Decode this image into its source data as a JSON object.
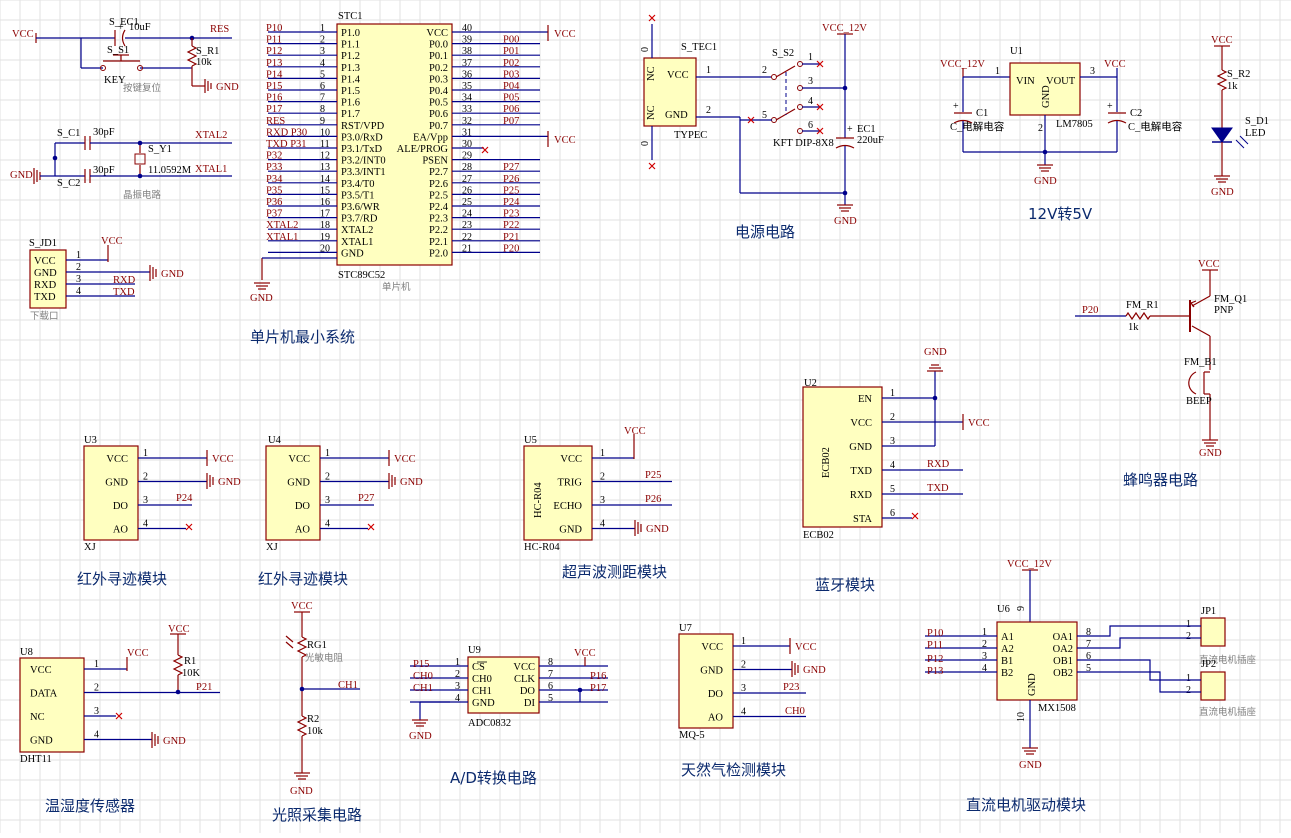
{
  "colors": {
    "wire": "#00008b",
    "power": "#8b0000",
    "chip_fill": "#ffffc0",
    "nc_mark": "#d00000",
    "title": "#0b2a6e"
  },
  "titles": {
    "mcu": "单片机最小系统",
    "power": "电源电路",
    "reg": "12V转5V",
    "buzzer": "蜂鸣器电路",
    "ir1": "红外寻迹模块",
    "ir2": "红外寻迹模块",
    "ultra": "超声波测距模块",
    "bt": "蓝牙模块",
    "dht": "温湿度传感器",
    "light": "光照采集电路",
    "ad": "A/D转换电路",
    "gas": "天然气检测模块",
    "motor": "直流电机驱动模块"
  },
  "nets": {
    "vcc": "VCC",
    "gnd": "GND",
    "res": "RES",
    "xtal1": "XTAL1",
    "xtal2": "XTAL2",
    "rxd": "RXD",
    "txd": "TXD",
    "vcc12": "VCC_12V",
    "p20": "P20",
    "p21": "P21",
    "p23": "P23",
    "p24": "P24",
    "p25": "P25",
    "p26": "P26",
    "p27": "P27",
    "p15": "P15",
    "p16": "P16",
    "p17": "P17",
    "ch0": "CH0",
    "ch1": "CH1",
    "p10": "P10",
    "p11": "P11",
    "p12": "P12",
    "p13": "P13"
  },
  "reset": {
    "ec1_ref": "S_EC1",
    "ec1_val": "10uF",
    "s1_ref": "S_S1",
    "s1_val": "KEY",
    "r1_ref": "S_R1",
    "r1_val": "10k",
    "note": "按键复位"
  },
  "crystal": {
    "c1_ref": "S_C1",
    "c1_val": "30pF",
    "c2_ref": "S_C2",
    "c2_val": "30pF",
    "y1_ref": "S_Y1",
    "y1_val": "11.0592M",
    "note": "晶振电路"
  },
  "download": {
    "ref": "S_JD1",
    "note": "下载口",
    "pins": [
      {
        "n": "1",
        "name": "VCC"
      },
      {
        "n": "2",
        "name": "GND"
      },
      {
        "n": "3",
        "name": "RXD"
      },
      {
        "n": "4",
        "name": "TXD"
      }
    ]
  },
  "mcu": {
    "ref": "STC1",
    "part": "STC89C52",
    "note": "单片机",
    "left_pins": [
      {
        "n": "1",
        "name": "P1.0",
        "net": "P10"
      },
      {
        "n": "2",
        "name": "P1.1",
        "net": "P11"
      },
      {
        "n": "3",
        "name": "P1.2",
        "net": "P12"
      },
      {
        "n": "4",
        "name": "P1.3",
        "net": "P13"
      },
      {
        "n": "5",
        "name": "P1.4",
        "net": "P14"
      },
      {
        "n": "6",
        "name": "P1.5",
        "net": "P15"
      },
      {
        "n": "7",
        "name": "P1.6",
        "net": "P16"
      },
      {
        "n": "8",
        "name": "P1.7",
        "net": "P17"
      },
      {
        "n": "9",
        "name": "RST/VPD",
        "net": "RES"
      },
      {
        "n": "10",
        "name": "P3.0/RxD",
        "net": "RXD P30"
      },
      {
        "n": "11",
        "name": "P3.1/TxD",
        "net": "TXD P31"
      },
      {
        "n": "12",
        "name": "P3.2/INT0",
        "net": "P32"
      },
      {
        "n": "13",
        "name": "P3.3/INT1",
        "net": "P33"
      },
      {
        "n": "14",
        "name": "P3.4/T0",
        "net": "P34"
      },
      {
        "n": "15",
        "name": "P3.5/T1",
        "net": "P35"
      },
      {
        "n": "16",
        "name": "P3.6/WR",
        "net": "P36"
      },
      {
        "n": "17",
        "name": "P3.7/RD",
        "net": "P37"
      },
      {
        "n": "18",
        "name": "XTAL2",
        "net": "XTAL2"
      },
      {
        "n": "19",
        "name": "XTAL1",
        "net": "XTAL1"
      },
      {
        "n": "20",
        "name": "GND",
        "net": ""
      }
    ],
    "right_pins": [
      {
        "n": "40",
        "name": "VCC",
        "net": ""
      },
      {
        "n": "39",
        "name": "P0.0",
        "net": "P00"
      },
      {
        "n": "38",
        "name": "P0.1",
        "net": "P01"
      },
      {
        "n": "37",
        "name": "P0.2",
        "net": "P02"
      },
      {
        "n": "36",
        "name": "P0.3",
        "net": "P03"
      },
      {
        "n": "35",
        "name": "P0.4",
        "net": "P04"
      },
      {
        "n": "34",
        "name": "P0.5",
        "net": "P05"
      },
      {
        "n": "33",
        "name": "P0.6",
        "net": "P06"
      },
      {
        "n": "32",
        "name": "P0.7",
        "net": "P07"
      },
      {
        "n": "31",
        "name": "EA/Vpp",
        "net": ""
      },
      {
        "n": "30",
        "name": "ALE/PROG",
        "net": ""
      },
      {
        "n": "29",
        "name": "PSEN",
        "net": ""
      },
      {
        "n": "28",
        "name": "P2.7",
        "net": "P27"
      },
      {
        "n": "27",
        "name": "P2.6",
        "net": "P26"
      },
      {
        "n": "26",
        "name": "P2.5",
        "net": "P25"
      },
      {
        "n": "25",
        "name": "P2.4",
        "net": "P24"
      },
      {
        "n": "24",
        "name": "P2.3",
        "net": "P23"
      },
      {
        "n": "23",
        "name": "P2.2",
        "net": "P22"
      },
      {
        "n": "22",
        "name": "P2.1",
        "net": "P21"
      },
      {
        "n": "21",
        "name": "P2.0",
        "net": "P20"
      }
    ]
  },
  "power": {
    "tec_ref": "S_TEC1",
    "tec_part": "TYPEC",
    "nc": "NC",
    "tec_pin_vcc": "VCC",
    "tec_pin_gnd": "GND",
    "s2_ref": "S_S2",
    "s2_part": "KFT DIP-8X8",
    "ec1_ref": "EC1",
    "ec1_val": "220uF",
    "pin_numbers": [
      "0",
      "0",
      "1",
      "2",
      "1",
      "2",
      "3",
      "4",
      "5",
      "6"
    ]
  },
  "reg": {
    "ref": "U1",
    "part": "LM7805",
    "vin": "VIN",
    "vout": "VOUT",
    "gnd": "GND",
    "c1_ref": "C1",
    "c2_ref": "C2",
    "cap_note": "C_电解电容",
    "pin1": "1",
    "pin2": "2",
    "pin3": "3"
  },
  "led": {
    "r_ref": "S_R2",
    "r_val": "1k",
    "d_ref": "S_D1",
    "d_part": "LED"
  },
  "buzzer": {
    "r_ref": "FM_R1",
    "r_val": "1k",
    "q_ref": "FM_Q1",
    "q_part": "PNP",
    "b_ref": "FM_B1",
    "b_part": "BEEP"
  },
  "ir1": {
    "ref": "U3",
    "foot": "XJ",
    "pins": [
      {
        "n": "1",
        "name": "VCC"
      },
      {
        "n": "2",
        "name": "GND"
      },
      {
        "n": "3",
        "name": "DO"
      },
      {
        "n": "4",
        "name": "AO"
      }
    ]
  },
  "ir2": {
    "ref": "U4",
    "foot": "XJ",
    "pins": [
      {
        "n": "1",
        "name": "VCC"
      },
      {
        "n": "2",
        "name": "GND"
      },
      {
        "n": "3",
        "name": "DO"
      },
      {
        "n": "4",
        "name": "AO"
      }
    ]
  },
  "ultra": {
    "ref": "U5",
    "foot": "HC-R04",
    "side": "HC-R04",
    "pins": [
      {
        "n": "1",
        "name": "VCC"
      },
      {
        "n": "2",
        "name": "TRIG"
      },
      {
        "n": "3",
        "name": "ECHO"
      },
      {
        "n": "4",
        "name": "GND"
      }
    ]
  },
  "bt": {
    "ref": "U2",
    "foot": "ECB02",
    "side": "ECB02",
    "pins": [
      {
        "n": "1",
        "name": "EN"
      },
      {
        "n": "2",
        "name": "VCC"
      },
      {
        "n": "3",
        "name": "GND"
      },
      {
        "n": "4",
        "name": "TXD"
      },
      {
        "n": "5",
        "name": "RXD"
      },
      {
        "n": "6",
        "name": "STA"
      }
    ]
  },
  "dht": {
    "ref": "U8",
    "foot": "DHT11",
    "r_ref": "R1",
    "r_val": "10K",
    "pins": [
      {
        "n": "1",
        "name": "VCC"
      },
      {
        "n": "2",
        "name": "DATA"
      },
      {
        "n": "3",
        "name": "NC"
      },
      {
        "n": "4",
        "name": "GND"
      }
    ]
  },
  "light": {
    "rg_ref": "RG1",
    "rg_note": "光敏电阻",
    "r_ref": "R2",
    "r_val": "10k"
  },
  "ad": {
    "ref": "U9",
    "part": "ADC0832",
    "left": [
      {
        "n": "1",
        "name": "CS"
      },
      {
        "n": "2",
        "name": "CH0"
      },
      {
        "n": "3",
        "name": "CH1"
      },
      {
        "n": "4",
        "name": "GND"
      }
    ],
    "right": [
      {
        "n": "8",
        "name": "VCC"
      },
      {
        "n": "7",
        "name": "CLK"
      },
      {
        "n": "6",
        "name": "DO"
      },
      {
        "n": "5",
        "name": "DI"
      }
    ]
  },
  "gas": {
    "ref": "U7",
    "foot": "MQ-5",
    "pins": [
      {
        "n": "1",
        "name": "VCC"
      },
      {
        "n": "2",
        "name": "GND"
      },
      {
        "n": "3",
        "name": "DO"
      },
      {
        "n": "4",
        "name": "AO"
      }
    ]
  },
  "motor": {
    "ref": "U6",
    "part": "MX1508",
    "pin9": "9",
    "pin10": "10",
    "left": [
      {
        "n": "1",
        "name": "A1"
      },
      {
        "n": "2",
        "name": "A2"
      },
      {
        "n": "3",
        "name": "B1"
      },
      {
        "n": "4",
        "name": "B2"
      }
    ],
    "right": [
      {
        "n": "8",
        "name": "OA1"
      },
      {
        "n": "7",
        "name": "OA2"
      },
      {
        "n": "6",
        "name": "OB1"
      },
      {
        "n": "5",
        "name": "OB2"
      }
    ],
    "gnd_pin": "GND",
    "jp1_ref": "JP1",
    "jp2_ref": "JP2",
    "jp_note": "直流电机插座",
    "jp_pin1": "1",
    "jp_pin2": "2"
  }
}
